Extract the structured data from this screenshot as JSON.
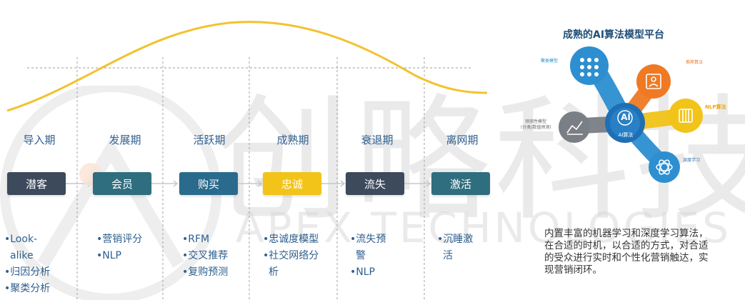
{
  "watermark": {
    "chinese": "创略科技",
    "english": "APEX TECHNOLOGIES"
  },
  "stages": [
    {
      "phase": "导入期",
      "box": "潜客",
      "bullets": [
        "•Look-",
        "alike",
        "•归因分析",
        "•聚类分析"
      ]
    },
    {
      "phase": "发展期",
      "box": "会员",
      "bullets": [
        "•营销评分",
        "•NLP"
      ]
    },
    {
      "phase": "活跃期",
      "box": "购买",
      "bullets": [
        "•RFM",
        "•交叉推荐",
        "•复购预测"
      ]
    },
    {
      "phase": "成熟期",
      "box": "忠诚",
      "bullets": [
        "•忠诚度模型",
        "•社交网络分",
        "析"
      ]
    },
    {
      "phase": "衰退期",
      "box": "流失",
      "bullets": [
        "•流失预",
        "警",
        "•NLP"
      ]
    },
    {
      "phase": "离网期",
      "box": "激活",
      "bullets": [
        "•沉睡激",
        "活"
      ]
    }
  ],
  "platform": {
    "title": "成熟的AI算法模型平台",
    "center_label": "AI算法",
    "center_glyph": "AI",
    "nodes": [
      {
        "label": "聚类模型",
        "icon": "cluster-grid-icon"
      },
      {
        "label": "推荐算法",
        "icon": "recommend-person-icon"
      },
      {
        "label": "NLP算法",
        "icon": "nlp-chip-icon"
      },
      {
        "label": "深度学习",
        "icon": "deep-learning-atom-icon"
      },
      {
        "label": "预测性模型",
        "icon": "prediction-chart-icon"
      },
      {
        "label": "(分类/数值预测)",
        "icon": ""
      }
    ],
    "description": "内置丰富的机器学习和深度学习算法，在合适的时机，以合适的方式，对合适的受众进行实时和个性化营销触达，实现营销闭环。"
  },
  "colors": {
    "curve": "#f2c230",
    "stage_dark": "#3c4a5c",
    "stage_teal": "#2e6e7e",
    "stage_blue": "#2a6a8c",
    "stage_gold": "#f2c419",
    "label_blue": "#2f5f8f",
    "node_blue": "#2d8fd0",
    "node_orange": "#ef7a23",
    "node_yellow": "#f2c419",
    "node_gray": "#7a7f86"
  }
}
